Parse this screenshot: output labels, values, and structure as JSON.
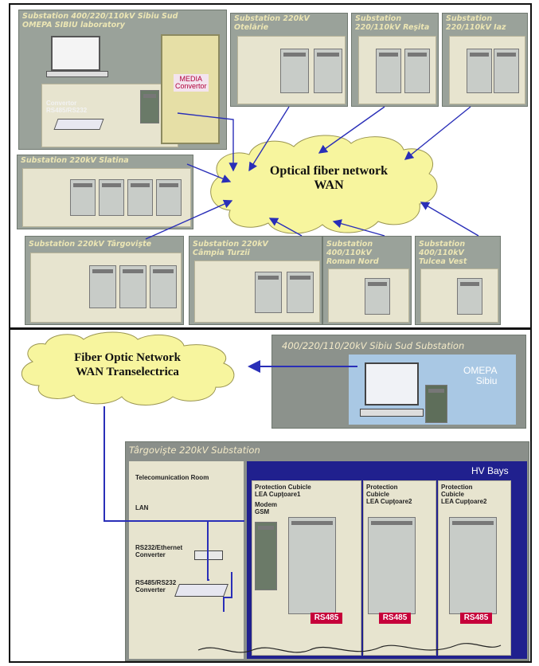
{
  "top": {
    "sibiu": {
      "title1": "Substation 400/220/110kV Sibiu Sud",
      "title2": "OMEPA SIBIU laboratory",
      "converter": "Convertor\nRS485/RS232",
      "media": "MEDIA\nConvertor"
    },
    "otelarie": "Substation 220kV\nOtelărie",
    "resita": "Substation\n220/110kV Reşita",
    "iaz": "Substation\n220/110kV Iaz",
    "slatina": "Substation 220kV Slatina",
    "targoviste": "Substation 220kV Târgovişte",
    "campia": "Substation 220kV\nCâmpia Turzii",
    "roman": "Substation\n400/110kV\nRoman Nord",
    "tulcea": "Substation\n400/110kV\nTulcea Vest",
    "cloud": "Optical fiber network\nWAN"
  },
  "bottom": {
    "cloud": "Fiber Optic Network\nWAN Transelectrica",
    "sibiu_title": "400/220/110/20kV Sibiu Sud Substation",
    "omepa": "OMEPA\nSibiu",
    "targoviste_title": "Târgovişte 220kV Substation",
    "hv_bays": "HV Bays",
    "telecom_room": "Telecomunication Room",
    "lan": "LAN",
    "rs232_eth": "RS232/Ethernet\nConverter",
    "rs485_232": "RS485/RS232\nConverter",
    "modem": "Modem\nGSM",
    "cubicle1": "Protection Cubicle\nLEA Cupţoare1",
    "cubicle2": "Protection\nCubicle\nLEA Cupţoare2",
    "cubicle3": "Protection\nCubicle\nLEA Cupţoare2",
    "rs485": "RS485"
  },
  "colors": {
    "station_bg": "#9aa29a",
    "cloud": "#f7f59e",
    "wire": "#2a2fb8",
    "bay_blue": "#20208e",
    "rs485_tag": "#c6003a"
  }
}
